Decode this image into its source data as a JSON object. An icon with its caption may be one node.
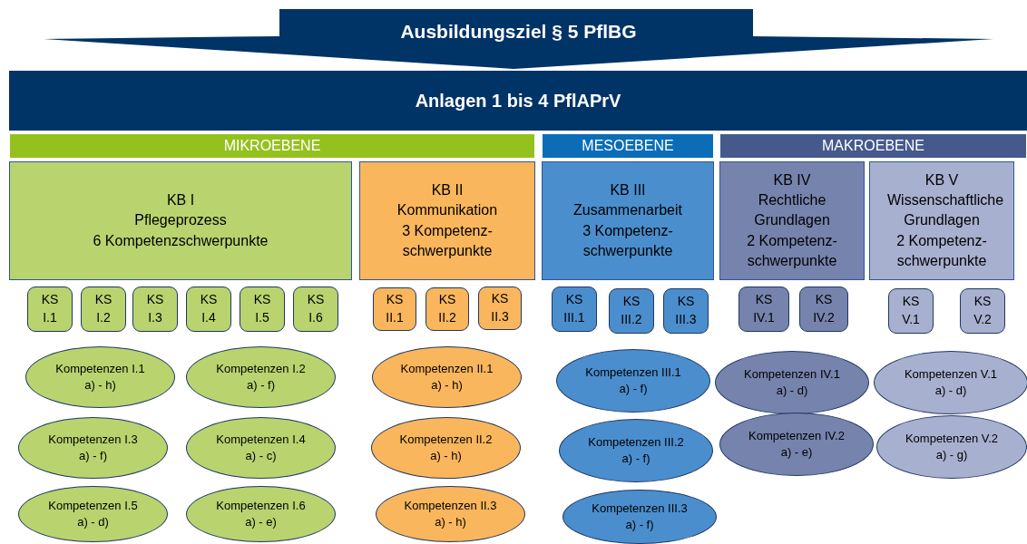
{
  "diagram": {
    "nodes": [
      {
        "text": [
          "Ausbildungsziel § 5 PflBG"
        ]
      },
      {
        "text": [
          "Anlagen 1 bis 4 PflAPrV"
        ]
      },
      {
        "text": [
          "MIKROEBENE"
        ]
      },
      {
        "text": [
          "MESOEBENE"
        ]
      },
      {
        "text": [
          "MAKROEBENE"
        ]
      },
      {
        "text": [
          "KB I",
          "Pflegeprozess",
          "6 Kompetenzschwerpunkte"
        ]
      },
      {
        "text": [
          "KB II",
          "Kommunikation",
          "3 Kompetenz- schwerpunkte"
        ]
      },
      {
        "text": [
          "KB III",
          "Zusammenarbeit",
          "3 Kompetenz- schwerpunkte"
        ]
      },
      {
        "text": [
          "KB IV",
          "Rechtliche Grundlagen",
          "2 Kompetenz- schwerpunkte"
        ]
      },
      {
        "text": [
          "KB V",
          "Wissenschaftliche Grundlagen",
          "2 Kompetenz- schwerpunkte"
        ]
      },
      {
        "text": [
          "KS I.1"
        ]
      },
      {
        "text": [
          "KS I.2"
        ]
      },
      {
        "text": [
          "KS I.3"
        ]
      },
      {
        "text": [
          "KS I.4"
        ]
      },
      {
        "text": [
          "KS I.5"
        ]
      },
      {
        "text": [
          "KS I.6"
        ]
      },
      {
        "text": [
          "KS II.1"
        ]
      },
      {
        "text": [
          "KS II.2"
        ]
      },
      {
        "text": [
          "KS II.3"
        ]
      },
      {
        "text": [
          "KS III.1"
        ]
      },
      {
        "text": [
          "KS III.2"
        ]
      },
      {
        "text": [
          "KS III.3"
        ]
      },
      {
        "text": [
          "KS IV.1"
        ]
      },
      {
        "text": [
          "KS IV.2"
        ]
      },
      {
        "text": [
          "KS V.1"
        ]
      },
      {
        "text": [
          "KS V.2"
        ]
      },
      {
        "text": [
          "Kompetenzen I.1 a) - h)"
        ]
      },
      {
        "text": [
          "Kompetenzen I.2 a) - f)"
        ]
      },
      {
        "text": [
          "Kompetenzen I.3 a) - f)"
        ]
      },
      {
        "text": [
          "Kompetenzen I.4 a) - c)"
        ]
      },
      {
        "text": [
          "Kompetenzen I.5 a) - d)"
        ]
      },
      {
        "text": [
          "Kompetenzen I.6 a) - e)"
        ]
      },
      {
        "text": [
          "Kompetenzen II.1 a) - h)"
        ]
      },
      {
        "text": [
          "Kompetenzen II.2 a) - h)"
        ]
      },
      {
        "text": [
          "Kompetenzen II.3 a) - h)"
        ]
      },
      {
        "text": [
          "Kompetenzen III.1 a) - f)"
        ]
      },
      {
        "text": [
          "Kompetenzen III.2 a) - f)"
        ]
      },
      {
        "text": [
          "Kompetenzen III.3 a) - f)"
        ]
      },
      {
        "text": [
          "Kompetenzen IV.1 a) - d)"
        ]
      },
      {
        "text": [
          "Kompetenzen IV.2 a) - e)"
        ]
      },
      {
        "text": [
          "Kompetenzen V.1 a) - d)"
        ]
      },
      {
        "text": [
          "Kompetenzen V.2 a) - g)"
        ]
      }
    ]
  }
}
